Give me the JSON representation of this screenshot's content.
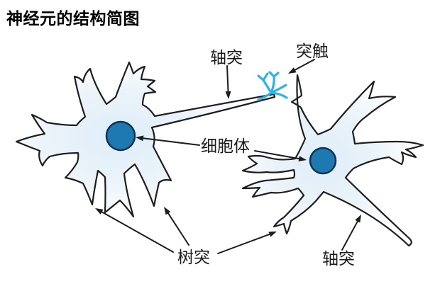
{
  "title": "神经元的结构简图",
  "diagram": {
    "type": "labeled-diagram",
    "subject": "neuron-structure",
    "labels": {
      "axon_top": "轴突",
      "synapse": "突触",
      "cell_body": "细胞体",
      "dendrites": "树突",
      "axon_bottom": "轴突"
    },
    "colors": {
      "background": "#ffffff",
      "cell_fill": "#e8f2f9",
      "nucleus_fill": "#1e79b0",
      "nucleus_stroke": "#0f3350",
      "outline": "#1e1e1e",
      "synapse": "#2fb3e3",
      "arrow": "#1d1d1d",
      "text": "#1b1b1b"
    }
  }
}
